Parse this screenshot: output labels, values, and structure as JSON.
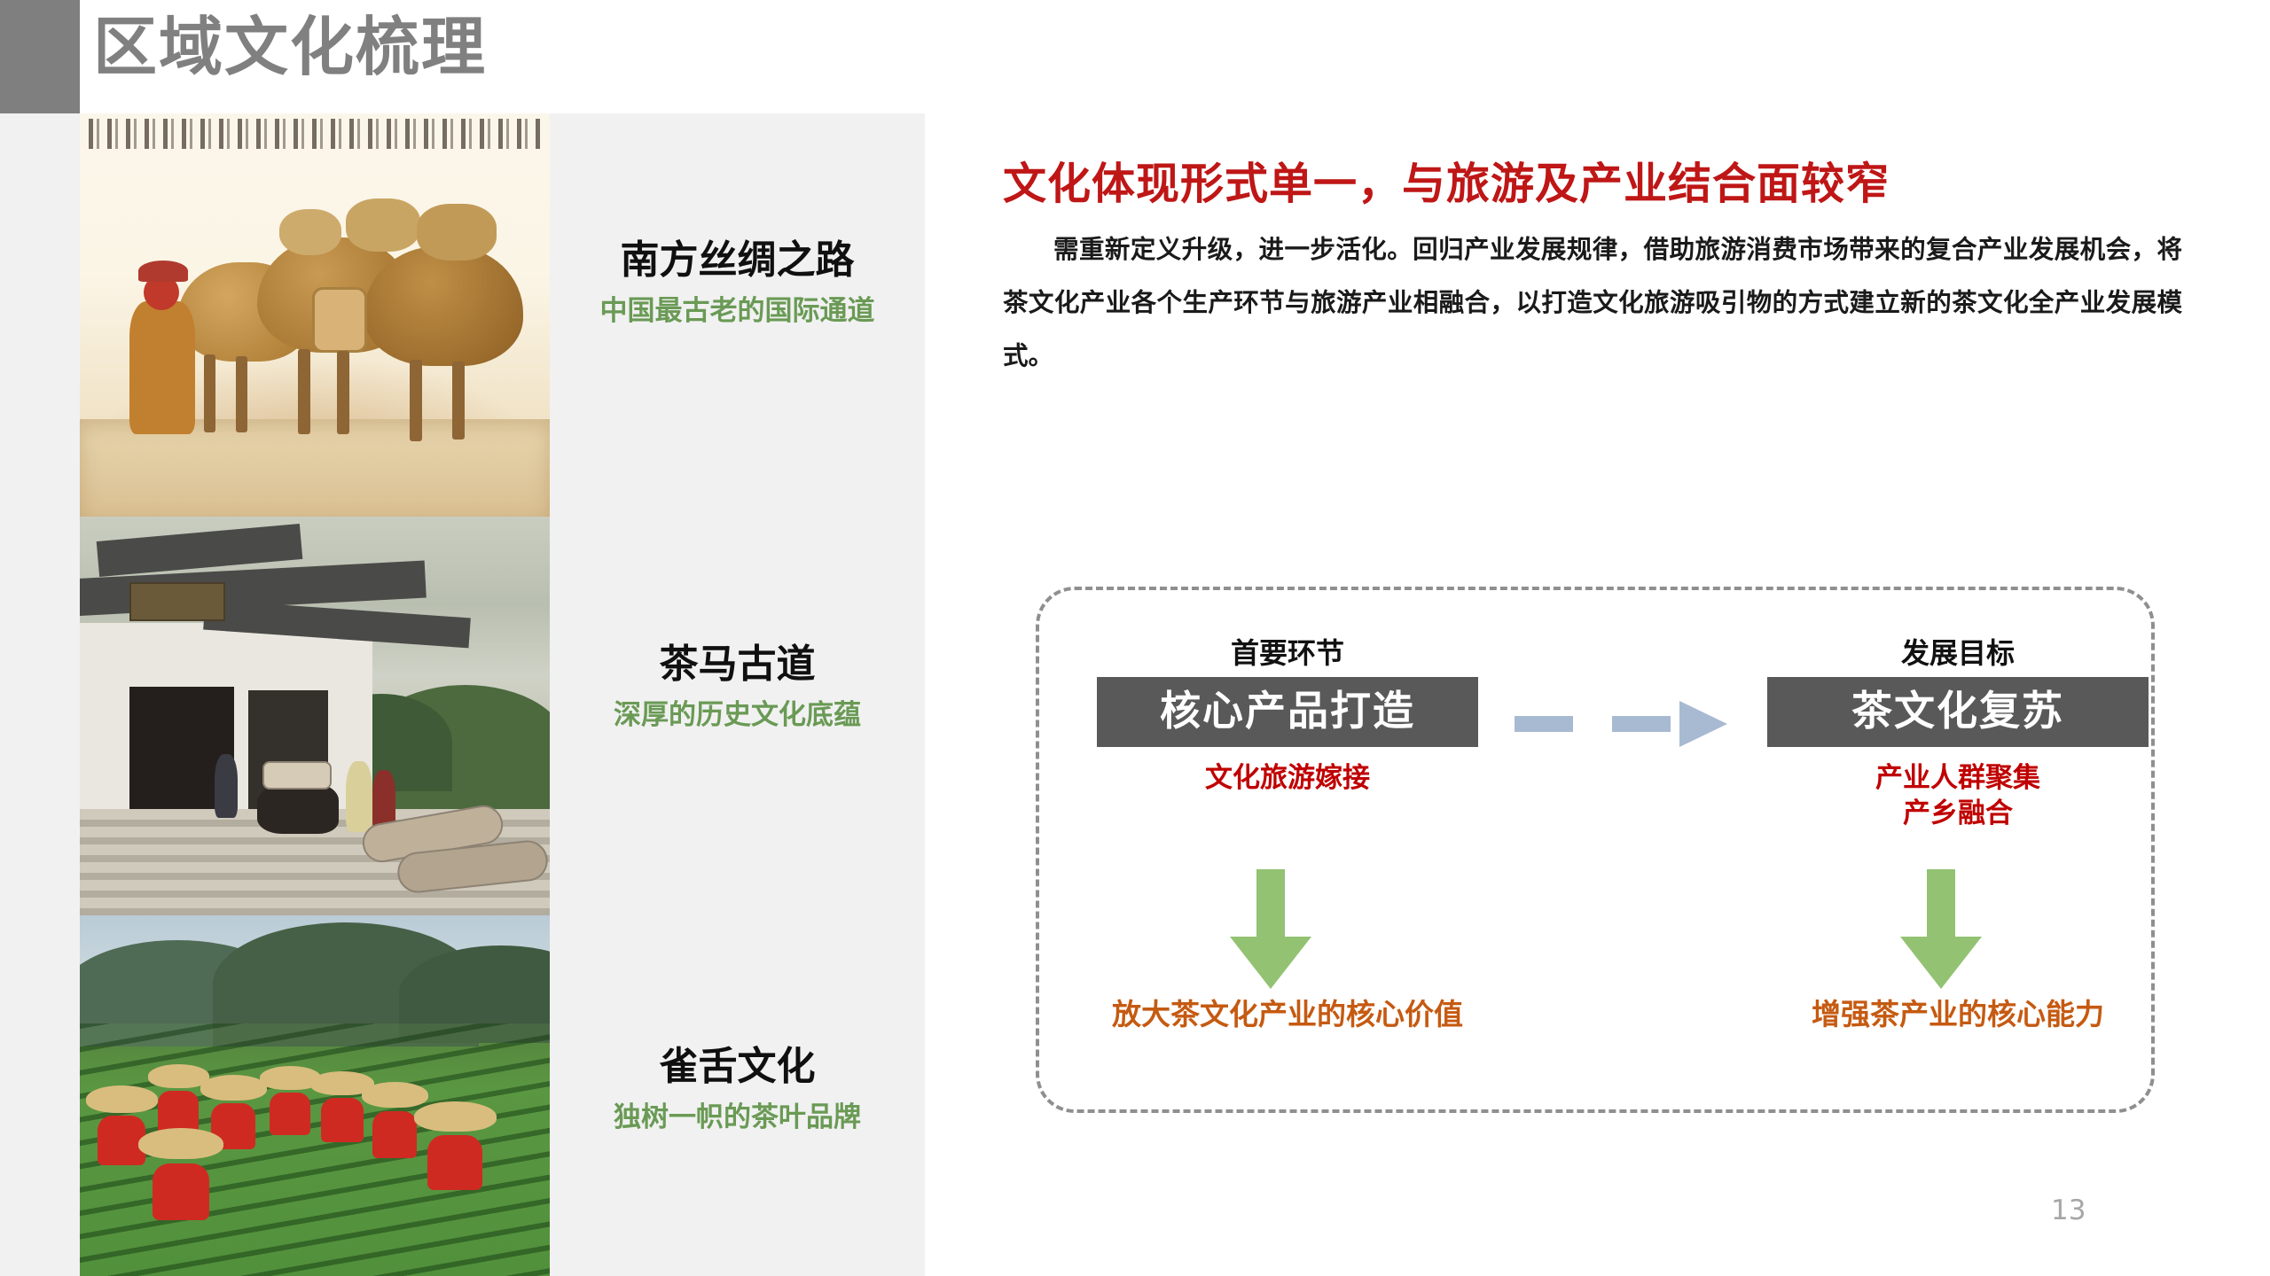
{
  "header": {
    "title": "区域文化梳理"
  },
  "culture_cards": [
    {
      "title": "南方丝绸之路",
      "subtitle": "中国最古老的国际通道",
      "image": "camel-caravan-ink-painting"
    },
    {
      "title": "茶马古道",
      "subtitle": "深厚的历史文化底蕴",
      "image": "ancient-tea-horse-road-gate-photo"
    },
    {
      "title": "雀舌文化",
      "subtitle": "独树一帜的茶叶品牌",
      "image": "tea-pickers-in-tea-field-photo"
    }
  ],
  "right": {
    "headline": "文化体现形式单一，与旅游及产业结合面较窄",
    "paragraph": "需重新定义升级，进一步活化。回归产业发展规律，借助旅游消费市场带来的复合产业发展机会，将茶文化产业各个生产环节与旅游产业相融合，以打造文化旅游吸引物的方式建立新的茶文化全产业发展模式。"
  },
  "diagram": {
    "left": {
      "label": "首要环节",
      "box": "核心产品打造",
      "red": "文化旅游嫁接",
      "outcome": "放大茶文化产业的核心价值"
    },
    "right": {
      "label": "发展目标",
      "box": "茶文化复苏",
      "red": "产业人群聚集\n产乡融合",
      "red_line1": "产业人群聚集",
      "red_line2": "产乡融合",
      "outcome": "增强茶产业的核心能力"
    },
    "connector_icon": "dashed-right-arrow",
    "down_arrow_icon": "green-down-arrow"
  },
  "footer": {
    "page_number": "13"
  },
  "colors": {
    "header_gray": "#808080",
    "headline_red": "#bf1616",
    "caption_green": "#6a9a55",
    "box_gray": "#595959",
    "red_label": "#c00000",
    "orange_label": "#c55a11",
    "arrow_blue": "#a8bad2",
    "arrow_green": "#92c272",
    "panel_bg": "#f1f1f1"
  }
}
